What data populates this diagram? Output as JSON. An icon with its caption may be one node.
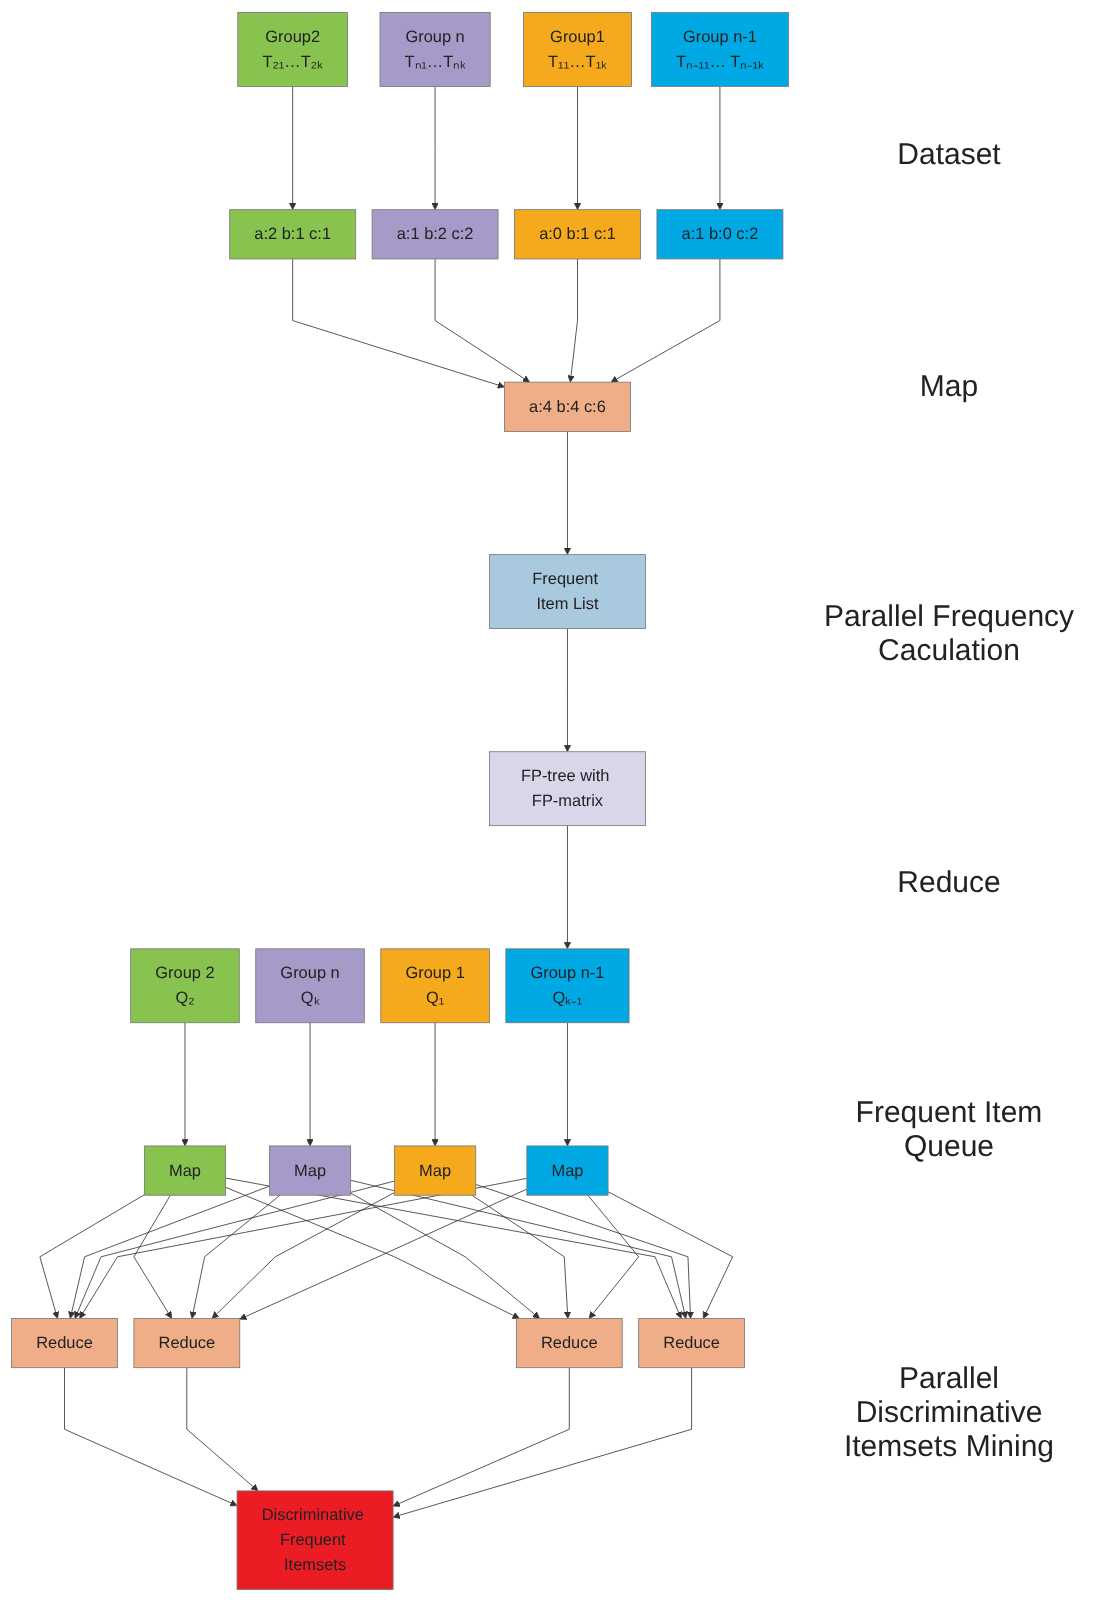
{
  "diagram": {
    "nodes": [
      {
        "text": [
          "Group1",
          "T₁₁…T₁ₖ"
        ]
      },
      {
        "text": [
          "Group2",
          "T₂₁…T₂ₖ"
        ]
      },
      {
        "text": [
          "Group n-1",
          "Tₙ₋₁₁… Tₙ₋₁ₖ"
        ]
      },
      {
        "text": [
          "Group n",
          "Tₙ₁…Tₙₖ"
        ]
      },
      {
        "text": [
          "a:2 b:1 c:1"
        ]
      },
      {
        "text": [
          "a:1 b:2 c:2"
        ]
      },
      {
        "text": [
          "a:0 b:1 c:1"
        ]
      },
      {
        "text": [
          "a:1 b:0 c:2"
        ]
      },
      {
        "text": [
          "a:4 b:4 c:6"
        ]
      },
      {
        "text": [
          "Frequent Item List"
        ]
      },
      {
        "text": [
          "FP-tree with FP-matrix"
        ]
      },
      {
        "text": [
          "Group 1",
          "Q₁"
        ]
      },
      {
        "text": [
          "Group 2",
          "Q₂"
        ]
      },
      {
        "text": [
          "Group n-1",
          "Qₖ₋₁"
        ]
      },
      {
        "text": [
          "Group n",
          "Qₖ"
        ]
      },
      {
        "text": [
          "Map"
        ]
      },
      {
        "text": [
          "Map"
        ]
      },
      {
        "text": [
          "Map"
        ]
      },
      {
        "text": [
          "Map"
        ]
      },
      {
        "text": [
          "Reduce"
        ]
      },
      {
        "text": [
          "Reduce"
        ]
      },
      {
        "text": [
          "Reduce"
        ]
      },
      {
        "text": [
          "Reduce"
        ]
      },
      {
        "text": [
          "Discriminative Frequent Itemsets"
        ]
      }
    ],
    "edges": [
      {
        "from": 0,
        "to": 6,
        "arrow": "to"
      },
      {
        "from": 1,
        "to": 4,
        "arrow": "to"
      },
      {
        "from": 2,
        "to": 7,
        "arrow": "to"
      },
      {
        "from": 3,
        "to": 5,
        "arrow": "to"
      },
      {
        "from": 4,
        "to": 8,
        "arrow": "to"
      },
      {
        "from": 5,
        "to": 8,
        "arrow": "to"
      },
      {
        "from": 6,
        "to": 8,
        "arrow": "to"
      },
      {
        "from": 7,
        "to": 8,
        "arrow": "to"
      },
      {
        "from": 8,
        "to": 9,
        "arrow": "to"
      },
      {
        "from": 9,
        "to": 10,
        "arrow": "to"
      },
      {
        "from": 10,
        "to": 13,
        "arrow": "to"
      },
      {
        "from": 11,
        "to": 17,
        "arrow": "to"
      },
      {
        "from": 12,
        "to": 15,
        "arrow": "to"
      },
      {
        "from": 13,
        "to": 18,
        "arrow": "to"
      },
      {
        "from": 14,
        "to": 16,
        "arrow": "to"
      },
      {
        "from": 15,
        "to": 19,
        "arrow": "to"
      },
      {
        "from": 15,
        "to": 20,
        "arrow": "to"
      },
      {
        "from": 15,
        "to": 21,
        "arrow": "to"
      },
      {
        "from": 15,
        "to": 22,
        "arrow": "to"
      },
      {
        "from": 16,
        "to": 19,
        "arrow": "to"
      },
      {
        "from": 16,
        "to": 20,
        "arrow": "to"
      },
      {
        "from": 16,
        "to": 21,
        "arrow": "to"
      },
      {
        "from": 16,
        "to": 22,
        "arrow": "to"
      },
      {
        "from": 17,
        "to": 19,
        "arrow": "to"
      },
      {
        "from": 17,
        "to": 20,
        "arrow": "to"
      },
      {
        "from": 17,
        "to": 21,
        "arrow": "to"
      },
      {
        "from": 17,
        "to": 22,
        "arrow": "to"
      },
      {
        "from": 18,
        "to": 19,
        "arrow": "to"
      },
      {
        "from": 18,
        "to": 20,
        "arrow": "to"
      },
      {
        "from": 18,
        "to": 21,
        "arrow": "to"
      },
      {
        "from": 18,
        "to": 22,
        "arrow": "to"
      },
      {
        "from": 19,
        "to": 23,
        "arrow": "to"
      },
      {
        "from": 20,
        "to": 23,
        "arrow": "to"
      },
      {
        "from": 21,
        "to": 23,
        "arrow": "to"
      },
      {
        "from": 22,
        "to": 23,
        "arrow": "to"
      }
    ],
    "labels": [
      "Dataset",
      "Map",
      "Parallel Frequency Caculation",
      "Reduce",
      "Frequent Item Queue",
      "Parallel Discriminative Itemsets Mining"
    ]
  }
}
